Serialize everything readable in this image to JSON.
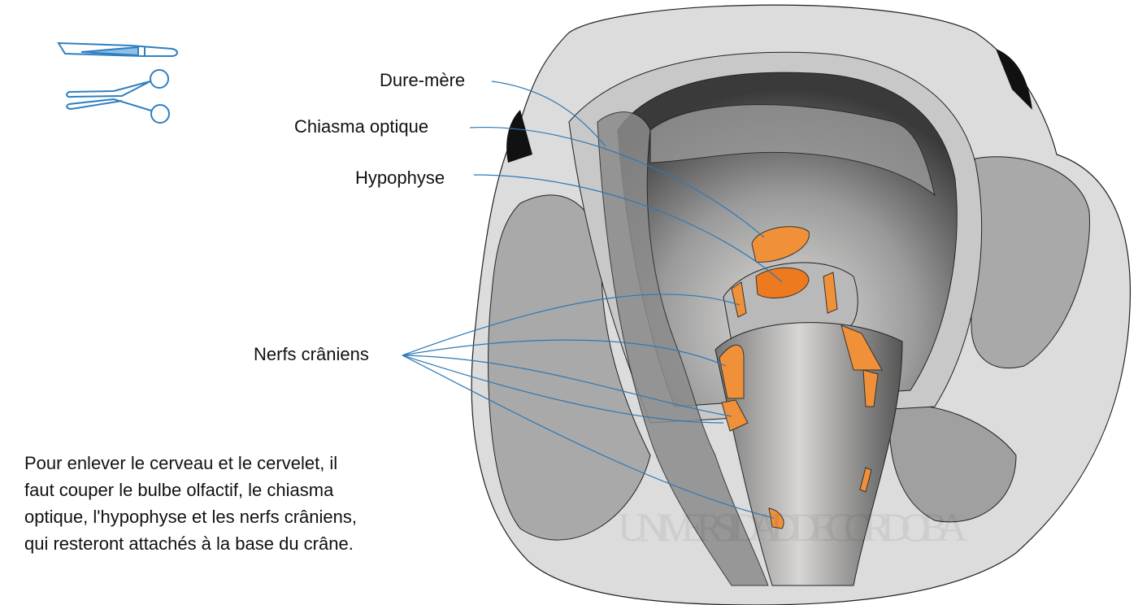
{
  "labels": {
    "dura": "Dure-mère",
    "chiasma": "Chiasma optique",
    "hypophysis": "Hypophyse",
    "nerves": "Nerfs crâniens"
  },
  "instructions": [
    "Pour enlever le cerveau et le cervelet, il",
    "faut couper le bulbe olfactif, le chiasma",
    "optique, l'hypophyse et les nerfs crâniens,",
    "qui resteront attachés à la base du crâne."
  ],
  "watermark": "UNIVERSIDAD DE CORDOBA",
  "colors": {
    "leader": "#2f78b5",
    "structure_orange": "#f0913a",
    "instrument_blue": "#2f7fc1"
  },
  "tools": [
    "forceps-icon",
    "scissors-icon"
  ]
}
